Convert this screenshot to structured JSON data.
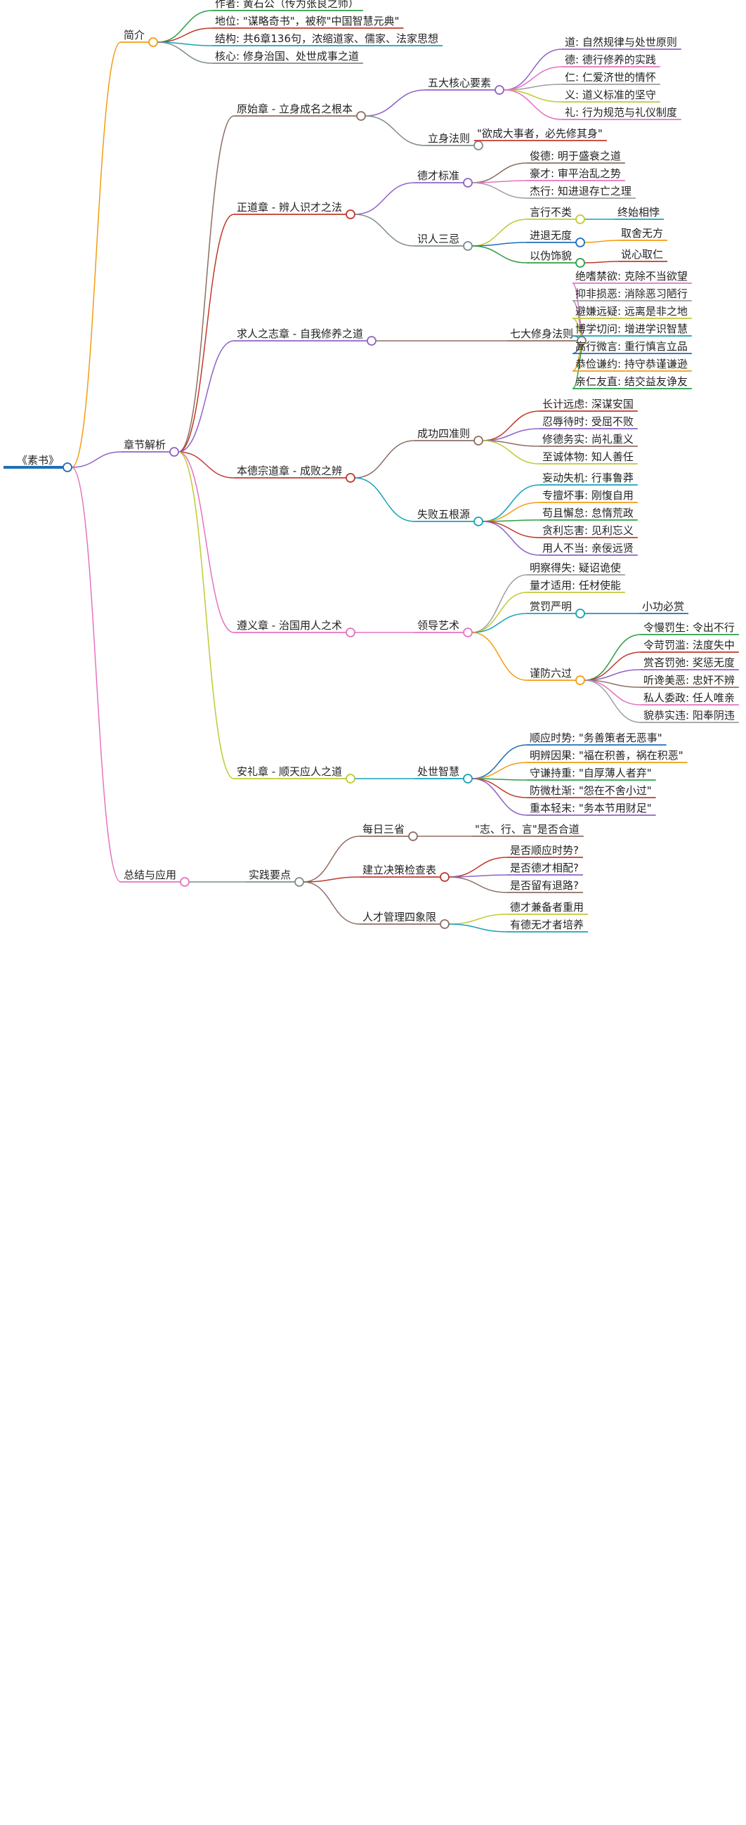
{
  "root": {
    "label": "《素书》",
    "color": "#1f6fb5",
    "children": [
      {
        "label": "简介",
        "color": "#f39c12",
        "children": [
          {
            "label": "作者: 黄石公（传为张良之师）",
            "color": "#2e9e44"
          },
          {
            "label": "地位: \"谋略奇书\"，被称\"中国智慧元典\"",
            "color": "#c0392b"
          },
          {
            "label": "结构: 共6章136句，浓缩道家、儒家、法家思想",
            "color": "#17a2b8"
          },
          {
            "label": "核心: 修身治国、处世成事之道",
            "color": "#7f8c8d"
          }
        ]
      },
      {
        "label": "章节解析",
        "color": "#8e63c7",
        "children": [
          {
            "label": "原始章 - 立身成名之根本",
            "color": "#8d6e63",
            "children": [
              {
                "label": "五大核心要素",
                "color": "#8e63c7",
                "children": [
                  {
                    "label": "道: 自然规律与处世原则",
                    "color": "#8e63c7"
                  },
                  {
                    "label": "德: 德行修养的实践",
                    "color": "#e573c0"
                  },
                  {
                    "label": "仁: 仁爱济世的情怀",
                    "color": "#9e9e9e"
                  },
                  {
                    "label": "义: 道义标准的坚守",
                    "color": "#c0ca33"
                  },
                  {
                    "label": "礼: 行为规范与礼仪制度",
                    "color": "#e573c0"
                  }
                ]
              },
              {
                "label": "立身法则",
                "color": "#7f8c8d",
                "children": [
                  {
                    "label": "\"欲成大事者，必先修其身\"",
                    "color": "#c0392b"
                  }
                ]
              }
            ]
          },
          {
            "label": "正道章 - 辨人识才之法",
            "color": "#c0392b",
            "children": [
              {
                "label": "德才标准",
                "color": "#8e63c7",
                "children": [
                  {
                    "label": "俊德: 明于盛衰之道",
                    "color": "#8d6e63"
                  },
                  {
                    "label": "豪才: 审平治乱之势",
                    "color": "#e573c0"
                  },
                  {
                    "label": "杰行: 知进退存亡之理",
                    "color": "#9e9e9e"
                  }
                ]
              },
              {
                "label": "识人三忌",
                "color": "#7f8c8d",
                "children": [
                  {
                    "label": "言行不类",
                    "color": "#c0ca33",
                    "children": [
                      {
                        "label": "终始相悖",
                        "color": "#17a2b8"
                      }
                    ]
                  },
                  {
                    "label": "进退无度",
                    "color": "#1f6fb5",
                    "children": [
                      {
                        "label": "取舍无方",
                        "color": "#f39c12"
                      }
                    ]
                  },
                  {
                    "label": "以伪饰貌",
                    "color": "#2e9e44",
                    "children": [
                      {
                        "label": "说心取仁",
                        "color": "#c0392b"
                      }
                    ]
                  }
                ]
              }
            ]
          },
          {
            "label": "求人之志章 - 自我修养之道",
            "color": "#8e63c7",
            "children": [
              {
                "label": "七大修身法则",
                "color": "#8d6e63",
                "children": [
                  {
                    "label": "绝嗜禁欲: 克除不当欲望",
                    "color": "#e573c0"
                  },
                  {
                    "label": "抑非损恶: 消除恶习陋行",
                    "color": "#9e9e9e"
                  },
                  {
                    "label": "避嫌远疑: 远离是非之地",
                    "color": "#c0ca33"
                  },
                  {
                    "label": "博学切问: 增进学识智慧",
                    "color": "#17a2b8"
                  },
                  {
                    "label": "高行微言: 重行慎言立品",
                    "color": "#1f6fb5"
                  },
                  {
                    "label": "恭俭谦约: 持守恭谨谦逊",
                    "color": "#f39c12"
                  },
                  {
                    "label": "亲仁友直: 结交益友诤友",
                    "color": "#2e9e44"
                  }
                ]
              }
            ]
          },
          {
            "label": "本德宗道章 - 成败之辨",
            "color": "#c0392b",
            "children": [
              {
                "label": "成功四准则",
                "color": "#8d6e63",
                "children": [
                  {
                    "label": "长计远虑: 深谋安国",
                    "color": "#c0392b"
                  },
                  {
                    "label": "忍辱待时: 受屈不败",
                    "color": "#8e63c7"
                  },
                  {
                    "label": "修德务实: 尚礼重义",
                    "color": "#8d6e63"
                  },
                  {
                    "label": "至诚体物: 知人善任",
                    "color": "#c0ca33"
                  }
                ]
              },
              {
                "label": "失败五根源",
                "color": "#17a2b8",
                "children": [
                  {
                    "label": "妄动失机: 行事鲁莽",
                    "color": "#17a2b8"
                  },
                  {
                    "label": "专擅坏事: 刚愎自用",
                    "color": "#f39c12"
                  },
                  {
                    "label": "苟且懈怠: 怠惰荒政",
                    "color": "#2e9e44"
                  },
                  {
                    "label": "贪利忘害: 见利忘义",
                    "color": "#c0392b"
                  },
                  {
                    "label": "用人不当: 亲佞远贤",
                    "color": "#8e63c7"
                  }
                ]
              }
            ]
          },
          {
            "label": "遵义章 - 治国用人之术",
            "color": "#e573c0",
            "children": [
              {
                "label": "领导艺术",
                "color": "#e573c0",
                "children": [
                  {
                    "label": "明察得失: 疑诏诡使",
                    "color": "#9e9e9e"
                  },
                  {
                    "label": "量才适用: 任材使能",
                    "color": "#c0ca33"
                  },
                  {
                    "label": "赏罚严明",
                    "color": "#17a2b8",
                    "children": [
                      {
                        "label": "小功必赏",
                        "color": "#1f6fb5"
                      }
                    ]
                  },
                  {
                    "label": "谨防六过",
                    "color": "#f39c12",
                    "children": [
                      {
                        "label": "令慢罚生: 令出不行",
                        "color": "#2e9e44"
                      },
                      {
                        "label": "令苛罚滥: 法度失中",
                        "color": "#c0392b"
                      },
                      {
                        "label": "赏吝罚弛: 奖惩无度",
                        "color": "#8e63c7"
                      },
                      {
                        "label": "听谗美恶: 忠奸不辨",
                        "color": "#8d6e63"
                      },
                      {
                        "label": "私人委政: 任人唯亲",
                        "color": "#e573c0"
                      },
                      {
                        "label": "貌恭实违: 阳奉阴违",
                        "color": "#9e9e9e"
                      }
                    ]
                  }
                ]
              }
            ]
          },
          {
            "label": "安礼章 - 顺天应人之道",
            "color": "#c0ca33",
            "children": [
              {
                "label": "处世智慧",
                "color": "#17a2b8",
                "children": [
                  {
                    "label": "顺应时势: \"务善策者无恶事\"",
                    "color": "#1f6fb5"
                  },
                  {
                    "label": "明辨因果: \"福在积善，祸在积恶\"",
                    "color": "#f39c12"
                  },
                  {
                    "label": "守谦持重: \"自厚薄人者弃\"",
                    "color": "#2e9e44"
                  },
                  {
                    "label": "防微杜渐: \"怨在不舍小过\"",
                    "color": "#c0392b"
                  },
                  {
                    "label": "重本轻末: \"务本节用财足\"",
                    "color": "#8e63c7"
                  }
                ]
              }
            ]
          }
        ]
      },
      {
        "label": "总结与应用",
        "color": "#e573c0",
        "children": [
          {
            "label": "实践要点",
            "color": "#7f8c8d",
            "children": [
              {
                "label": "每日三省",
                "color": "#8d6e63",
                "children": [
                  {
                    "label": "\"志、行、言\"是否合道",
                    "color": "#8d6e63"
                  }
                ]
              },
              {
                "label": "建立决策检查表",
                "color": "#c0392b",
                "children": [
                  {
                    "label": "是否顺应时势?",
                    "color": "#c0392b"
                  },
                  {
                    "label": "是否德才相配?",
                    "color": "#8e63c7"
                  },
                  {
                    "label": "是否留有退路?",
                    "color": "#8d6e63"
                  }
                ]
              },
              {
                "label": "人才管理四象限",
                "color": "#8d6e63",
                "children": [
                  {
                    "label": "德才兼备者重用",
                    "color": "#c0ca33"
                  },
                  {
                    "label": "有德无才者培养",
                    "color": "#17a2b8"
                  }
                ]
              }
            ]
          }
        ]
      }
    ]
  }
}
